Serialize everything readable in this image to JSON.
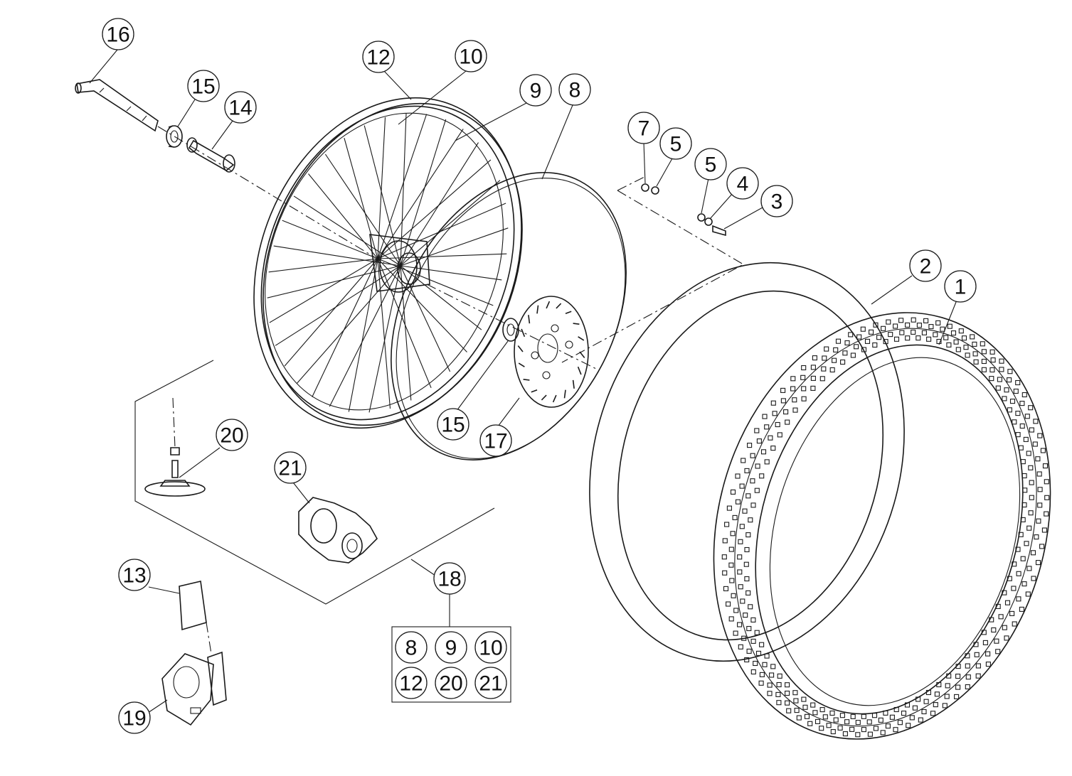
{
  "callouts": [
    {
      "id": "c16",
      "label": "16"
    },
    {
      "id": "c15a",
      "label": "15"
    },
    {
      "id": "c14",
      "label": "14"
    },
    {
      "id": "c12",
      "label": "12"
    },
    {
      "id": "c10",
      "label": "10"
    },
    {
      "id": "c9",
      "label": "9"
    },
    {
      "id": "c8",
      "label": "8"
    },
    {
      "id": "c7",
      "label": "7"
    },
    {
      "id": "c5a",
      "label": "5"
    },
    {
      "id": "c5b",
      "label": "5"
    },
    {
      "id": "c4",
      "label": "4"
    },
    {
      "id": "c3",
      "label": "3"
    },
    {
      "id": "c2",
      "label": "2"
    },
    {
      "id": "c1",
      "label": "1"
    },
    {
      "id": "c15b",
      "label": "15"
    },
    {
      "id": "c17",
      "label": "17"
    },
    {
      "id": "c20",
      "label": "20"
    },
    {
      "id": "c21",
      "label": "21"
    },
    {
      "id": "c13",
      "label": "13"
    },
    {
      "id": "c18",
      "label": "18"
    },
    {
      "id": "c19",
      "label": "19"
    }
  ],
  "kit": {
    "items": [
      "8",
      "9",
      "10",
      "12",
      "20",
      "21"
    ]
  }
}
